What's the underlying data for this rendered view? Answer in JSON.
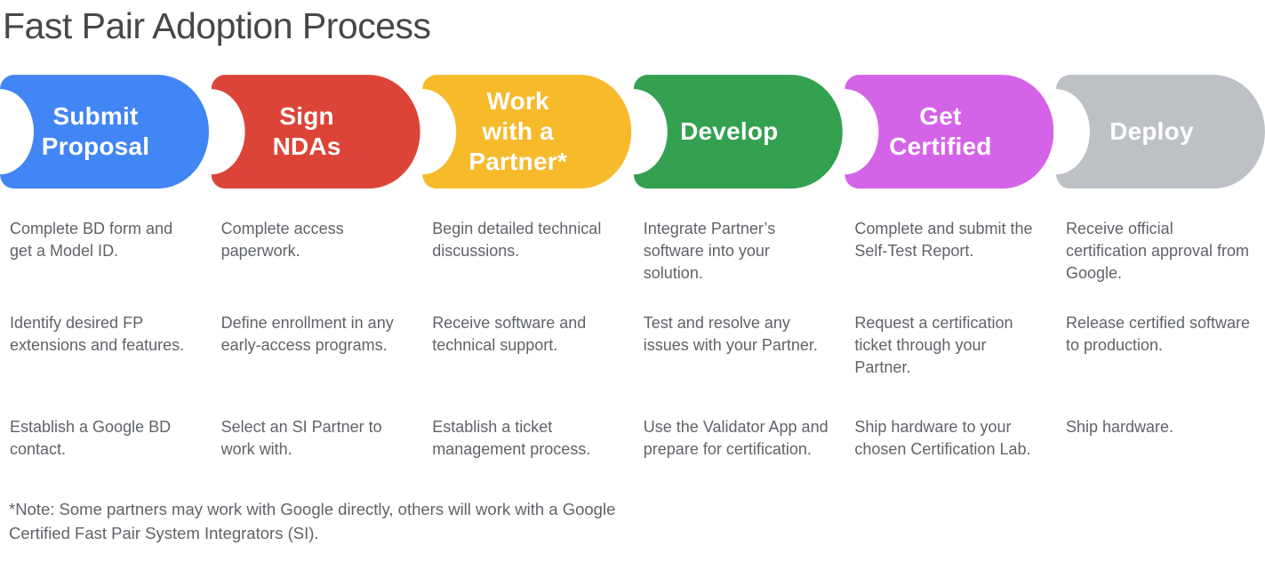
{
  "page": {
    "title": "Fast Pair Adoption Process",
    "note": "*Note: Some partners may work with Google directly, others will work with a Google Certified Fast Pair System Integrators (SI).",
    "background_color": "#FFFFFF"
  },
  "colors": {
    "title_text": "#45484B",
    "body_text": "#5F6368",
    "step_label_text": "#FFFFFF"
  },
  "steps": [
    {
      "title": "Submit Proposal",
      "title_lines": [
        "Submit",
        "Proposal"
      ],
      "color": "#4285F4",
      "details": [
        "Complete BD form and get a Model ID.",
        "Identify desired FP extensions and features.",
        "Establish a Google BD contact."
      ]
    },
    {
      "title": "Sign NDAs",
      "title_lines": [
        "Sign",
        "NDAs"
      ],
      "color": "#DC4437",
      "details": [
        "Complete access paperwork.",
        "Define enrollment in any early-access programs.",
        "Select an SI Partner to work with."
      ]
    },
    {
      "title": "Work with a Partner*",
      "title_lines": [
        "Work",
        "with a",
        "Partner*"
      ],
      "color": "#F6BA2B",
      "details": [
        "Begin detailed technical discussions.",
        "Receive software and technical support.",
        "Establish a ticket management process."
      ]
    },
    {
      "title": "Develop",
      "title_lines": [
        "Develop"
      ],
      "color": "#34A151",
      "details": [
        "Integrate Partner’s software into your solution.",
        "Test and resolve any issues with your Partner.",
        "Use the Validator App and prepare for certification."
      ]
    },
    {
      "title": "Get Certified",
      "title_lines": [
        "Get",
        "Certified"
      ],
      "color": "#D563E8",
      "details": [
        "Complete and submit the Self-Test Report.",
        "Request a certification ticket through your Partner.",
        "Ship hardware to your chosen Certification Lab."
      ]
    },
    {
      "title": "Deploy",
      "title_lines": [
        "Deploy"
      ],
      "color": "#BDC1C6",
      "details": [
        "Receive official certification approval from Google.",
        "Release certified software to production.",
        "Ship hardware."
      ]
    }
  ]
}
